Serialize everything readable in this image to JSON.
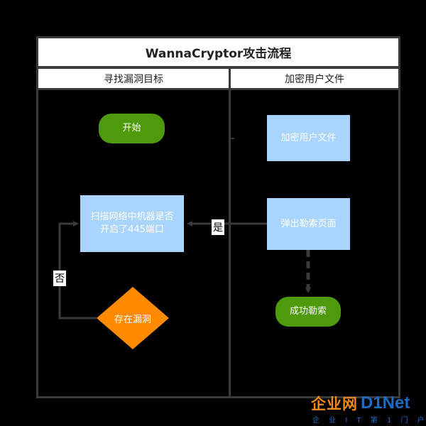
{
  "title": "WannaCryptor攻击流程",
  "lanes": [
    {
      "label": "寻找漏洞目标"
    },
    {
      "label": "加密用户文件"
    }
  ],
  "nodes": {
    "start": "开始",
    "scan": "扫描网络中机器是否开启了445端口",
    "vuln": "存在漏洞",
    "encrypt": "加密用户文件",
    "ransom_page": "弹出勒索页面",
    "success": "成功勒索"
  },
  "edge_labels": {
    "yes": "是",
    "no": "否"
  },
  "watermark": {
    "brand_cn": "企业网",
    "brand_en": "D1Net",
    "tagline": "企 业 I T 第 1 门 户"
  },
  "colors": {
    "terminal": "#4e9a0c",
    "process": "#a8d4ff",
    "decision": "#ff8a00",
    "line": "#3a3a3a"
  }
}
